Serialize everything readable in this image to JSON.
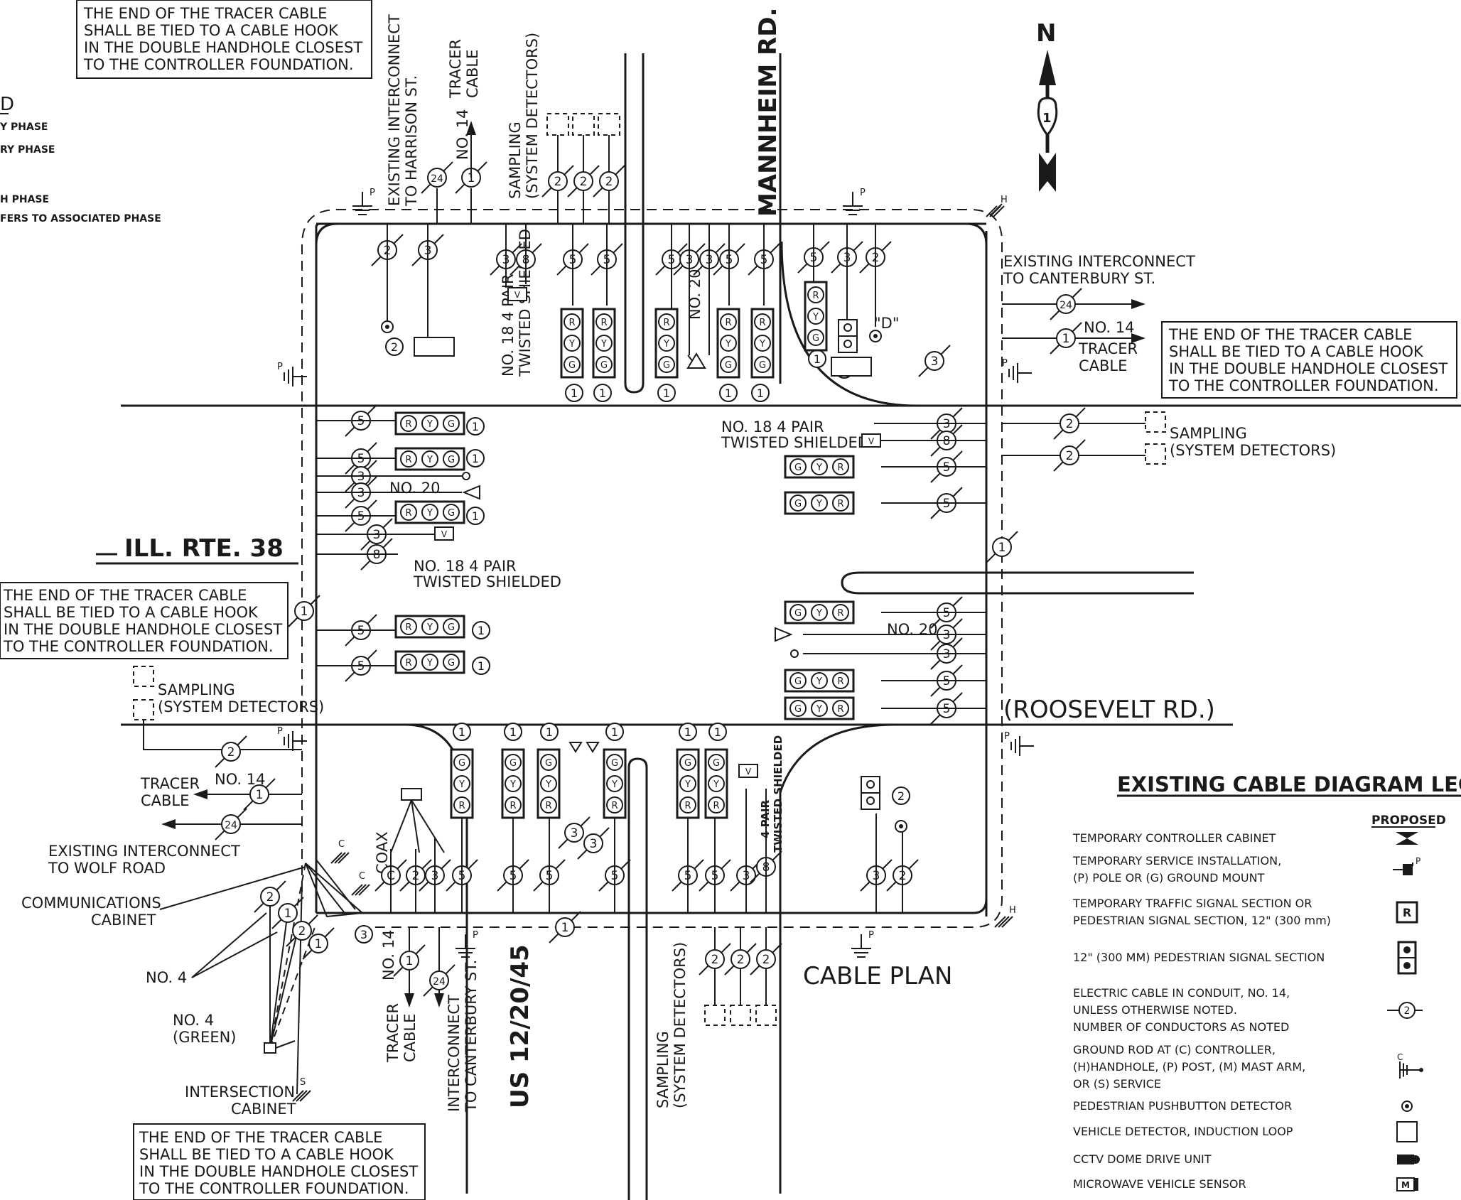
{
  "notes": {
    "tracer_note": [
      "THE END OF THE TRACER CABLE",
      "SHALL BE TIED TO A CABLE HOOK",
      "IN THE DOUBLE HANDHOLE CLOSEST",
      "TO THE CONTROLLER FOUNDATION."
    ]
  },
  "phase_key": {
    "fragments": [
      "D",
      "Y PHASE",
      "RY PHASE",
      "H PHASE",
      "FERS TO ASSOCIATED PHASE"
    ]
  },
  "roads": {
    "north_south": "MANNHEIM RD.",
    "east_west_left": "ILL. RTE. 38",
    "east_west_right": "(ROOSEVELT RD.)",
    "south_route": "US 12/20/45"
  },
  "north_arrow": {
    "letter": "N",
    "route_shield": "1"
  },
  "labels": {
    "existing_interconnect_harrison": [
      "EXISTING INTERCONNECT",
      "TO HARRISON ST."
    ],
    "existing_interconnect_canterbury": [
      "EXISTING INTERCONNECT",
      "TO CANTERBURY ST."
    ],
    "existing_interconnect_wolf": [
      "EXISTING INTERCONNECT",
      "TO WOLF ROAD"
    ],
    "interconnect_canterbury": [
      "INTERCONNECT",
      "TO CANTERBURY ST."
    ],
    "tracer_cable": [
      "TRACER",
      "CABLE"
    ],
    "no_14": "NO. 14",
    "no_20": "NO. 20",
    "no_4": "NO. 4",
    "no_4_green": [
      "NO. 4",
      "(GREEN)"
    ],
    "sampling": [
      "SAMPLING",
      "(SYSTEM DETECTORS)"
    ],
    "twisted_shielded": [
      "NO. 18 4 PAIR",
      "TWISTED SHIELDED"
    ],
    "four_pair_twisted": [
      "4 PAIR",
      "TWISTED SHIELDED"
    ],
    "communications_cabinet": [
      "COMMUNICATIONS",
      "CABINET"
    ],
    "intersection_cabinet": [
      "INTERSECTION",
      "CABINET"
    ],
    "coax": "COAX",
    "ped_button_d": "\"D\"",
    "cable_plan": "CABLE PLAN"
  },
  "legend": {
    "title": "EXISTING CABLE DIAGRAM LEGEN",
    "column": "PROPOSED",
    "items": [
      {
        "text": [
          "TEMPORARY CONTROLLER CABINET"
        ],
        "icon": "cabinet-icon"
      },
      {
        "text": [
          "TEMPORARY SERVICE INSTALLATION,",
          "(P) POLE OR (G) GROUND MOUNT"
        ],
        "icon": "service-icon",
        "glyph": "P"
      },
      {
        "text": [
          "TEMPORARY TRAFFIC SIGNAL SECTION OR",
          "PEDESTRIAN SIGNAL SECTION, 12\" (300 mm)"
        ],
        "icon": "signal-section-icon",
        "glyph": "R"
      },
      {
        "text": [
          "12\" (300 MM) PEDESTRIAN SIGNAL SECTION"
        ],
        "icon": "pedestrian-signal-icon"
      },
      {
        "text": [
          "ELECTRIC CABLE IN CONDUIT, NO. 14,",
          "UNLESS OTHERWISE NOTED.",
          "NUMBER OF CONDUCTORS AS NOTED"
        ],
        "icon": "cable-icon",
        "glyph": "2"
      },
      {
        "text": [
          "GROUND ROD AT (C) CONTROLLER,",
          "(H)HANDHOLE, (P) POST, (M) MAST ARM,",
          "OR (S) SERVICE"
        ],
        "icon": "ground-rod-icon",
        "glyph": "C"
      },
      {
        "text": [
          "PEDESTRIAN PUSHBUTTON DETECTOR"
        ],
        "icon": "pushbutton-icon"
      },
      {
        "text": [
          "VEHICLE DETECTOR, INDUCTION LOOP"
        ],
        "icon": "loop-detector-icon"
      },
      {
        "text": [
          "CCTV DOME DRIVE UNIT"
        ],
        "icon": "cctv-icon"
      },
      {
        "text": [
          "MICROWAVE VEHICLE SENSOR"
        ],
        "icon": "microwave-sensor-icon",
        "glyph": "M"
      }
    ]
  },
  "symbols": {
    "one": "1",
    "two": "2",
    "three": "3",
    "five": "5",
    "eight": "8",
    "twentyfour": "24",
    "C": "C",
    "H": "H",
    "P": "P",
    "S": "S",
    "V": "V",
    "R": "R",
    "Y": "Y",
    "G": "G"
  }
}
